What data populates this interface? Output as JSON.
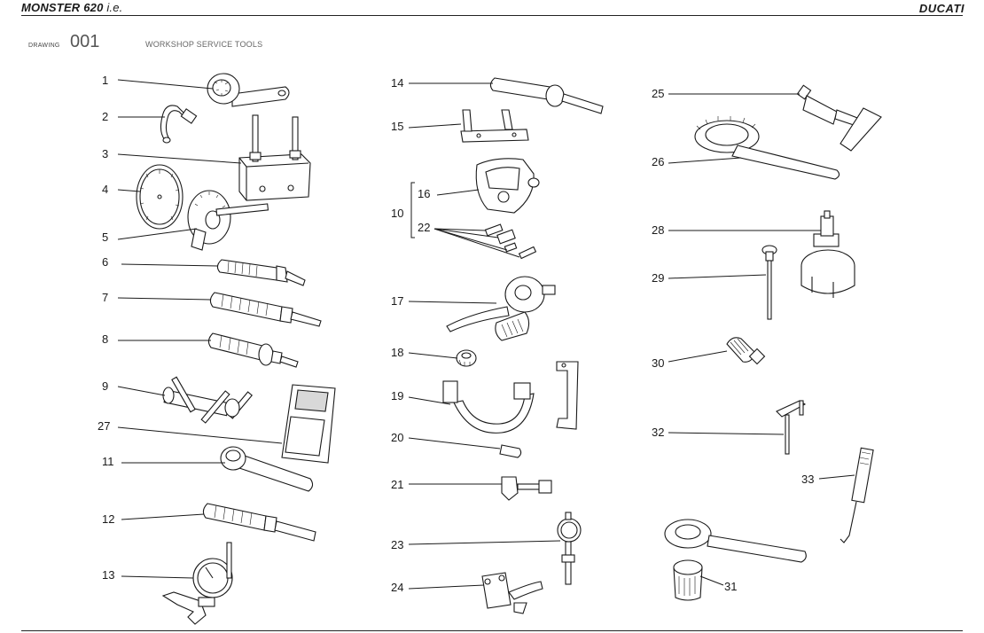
{
  "header": {
    "model": "MONSTER 620",
    "model_suffix": "i.e.",
    "brand": "DUCATI"
  },
  "drawing": {
    "label": "DRAWING",
    "number": "001",
    "title": "WORKSHOP SERVICE TOOLS"
  },
  "callouts": {
    "c1": "1",
    "c2": "2",
    "c3": "3",
    "c4": "4",
    "c5": "5",
    "c6": "6",
    "c7": "7",
    "c8": "8",
    "c9": "9",
    "c10": "10",
    "c11": "11",
    "c12": "12",
    "c13": "13",
    "c14": "14",
    "c15": "15",
    "c16": "16",
    "c17": "17",
    "c18": "18",
    "c19": "19",
    "c20": "20",
    "c21": "21",
    "c22": "22",
    "c23": "23",
    "c24": "24",
    "c25": "25",
    "c26": "26",
    "c27": "27",
    "c28": "28",
    "c29": "29",
    "c30": "30",
    "c31": "31",
    "c32": "32",
    "c33": "33"
  }
}
